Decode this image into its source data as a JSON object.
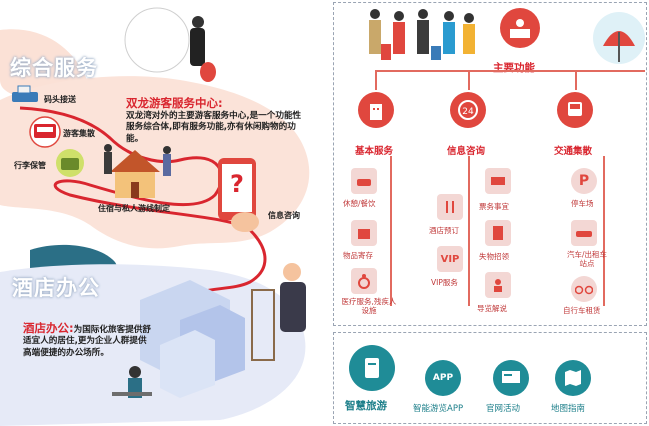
{
  "left": {
    "section1_title": "综合服务",
    "section2_title": "酒店办公",
    "labels": {
      "dock": "码头接送",
      "bus": "游客集散",
      "luggage": "行李保管",
      "route": "住宿与私人游线制定",
      "info": "信息咨询"
    },
    "center": {
      "title": "双龙游客服务中心:",
      "body": "双龙湾对外的主要游客服务中心,是一个功能性服务综合体,即有服务功能,亦有休闲购物的功能。"
    },
    "hotel": {
      "title": "酒店办公:",
      "body_first": "为国际化旅",
      "body_rest": "客提供舒适宜人的居住,更为企业人群提供高端便捷的办公场所。"
    },
    "phone_mark": "?"
  },
  "right": {
    "main_function": "主要功能",
    "categories": [
      {
        "label": "基本服务",
        "icon": "building-icon"
      },
      {
        "label": "信息咨询",
        "icon": "phone-24-icon"
      },
      {
        "label": "交通集散",
        "icon": "bus-icon"
      }
    ],
    "basic": [
      "休憩/餐饮",
      "物品寄存",
      "医疗服务,残疾人设施"
    ],
    "info": [
      "票务事宜",
      "酒店预订",
      "失物招领",
      "VIP服务",
      "导览解说"
    ],
    "vip_text": "VIP",
    "transport": [
      "停车场",
      "汽车/出租车站点",
      "自行车租赁"
    ],
    "parking_mark": "P",
    "smart": {
      "title": "智慧旅游",
      "items": [
        "智能游览APP",
        "官网活动",
        "地图指南"
      ],
      "app_text": "APP"
    }
  },
  "colors": {
    "red": "#e0473e",
    "teal": "#1f8c97",
    "pink_bg": "#fbe3d9"
  }
}
